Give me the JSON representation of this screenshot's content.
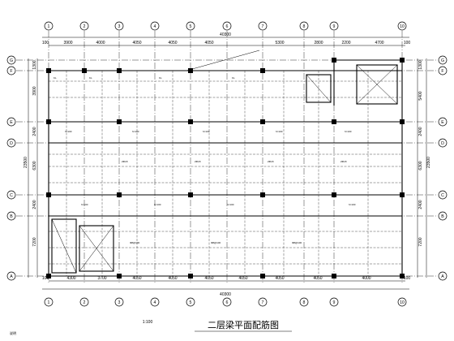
{
  "drawing": {
    "title": "二层梁平面配筋图",
    "scale_mark": "1:100",
    "corner_note": "说明"
  },
  "axes": {
    "vertical": [
      "1",
      "2",
      "3",
      "4",
      "5",
      "6",
      "7",
      "8",
      "9",
      "10"
    ],
    "horizontal_left": [
      "G",
      "F",
      "E",
      "D",
      "C",
      "B",
      "A"
    ],
    "horizontal_right": [
      "G",
      "F",
      "E",
      "D",
      "C",
      "B",
      "A"
    ]
  },
  "dimensions": {
    "top_total": "40300",
    "top_spans": [
      "3900",
      "4000",
      "4050",
      "4050",
      "4050",
      "5300",
      "2800",
      "2200",
      "4700"
    ],
    "top_edges": [
      "100",
      "100"
    ],
    "bottom_total": "40300",
    "bottom_spans": [
      "4300",
      "3700",
      "4050",
      "4050",
      "4050",
      "4050",
      "4050",
      "4050",
      "4000"
    ],
    "bottom_edges": [
      "100",
      "100"
    ],
    "left_spans": [
      "1300",
      "3900",
      "2400",
      "6300",
      "2400",
      "7200"
    ],
    "left_total": "23500",
    "right_spans": [
      "1300",
      "5400",
      "2400",
      "6300",
      "2400",
      "7200"
    ],
    "right_total": "23500"
  },
  "beam_labels": {
    "span_label": "KL",
    "slab_thickness": "h=100",
    "rebar_note": "2Φ18",
    "stirrup_note": "Φ8@100"
  }
}
